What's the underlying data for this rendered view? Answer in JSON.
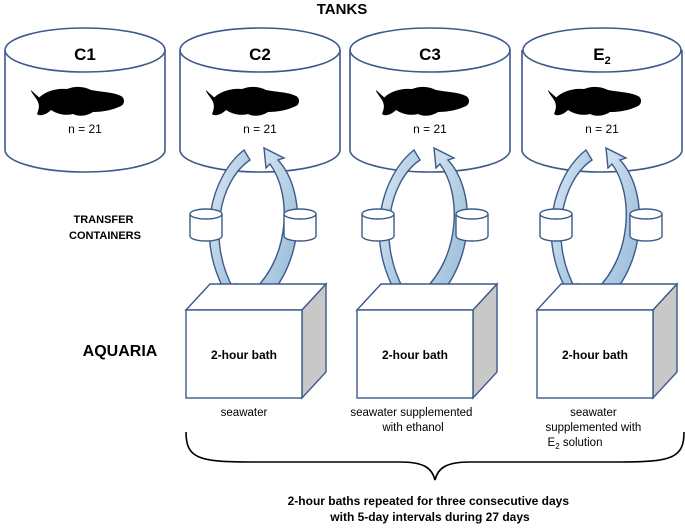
{
  "title": "TANKS",
  "tanks": [
    {
      "label": "C1",
      "count": "n =  21"
    },
    {
      "label": "C2",
      "count": "n =  21"
    },
    {
      "label": "C3",
      "count": "n =  21"
    },
    {
      "label": "E",
      "label_sub": "2",
      "count": "n =  21"
    }
  ],
  "transfer_label": [
    "TRANSFER",
    "CONTAINERS"
  ],
  "aquaria_label": "AQUARIA",
  "aquaria": [
    {
      "bath": "2-hour bath",
      "caption": [
        "seawater"
      ]
    },
    {
      "bath": "2-hour bath",
      "caption": [
        "seawater supplemented",
        "with ethanol"
      ]
    },
    {
      "bath": "2-hour bath",
      "caption": [
        "seawater",
        "supplemented with"
      ],
      "caption_last": {
        "main": "E",
        "sub": "2",
        "rest": " solution"
      }
    }
  ],
  "footer": [
    "2-hour baths repeated for three consecutive days",
    "with 5-day intervals during 27 days"
  ],
  "colors": {
    "outline": "#3c5a8a",
    "arrow_fill": "#bcd6ea",
    "box_side": "#c8c8c8"
  },
  "icons": {
    "fish": "fish-silhouette-icon"
  }
}
